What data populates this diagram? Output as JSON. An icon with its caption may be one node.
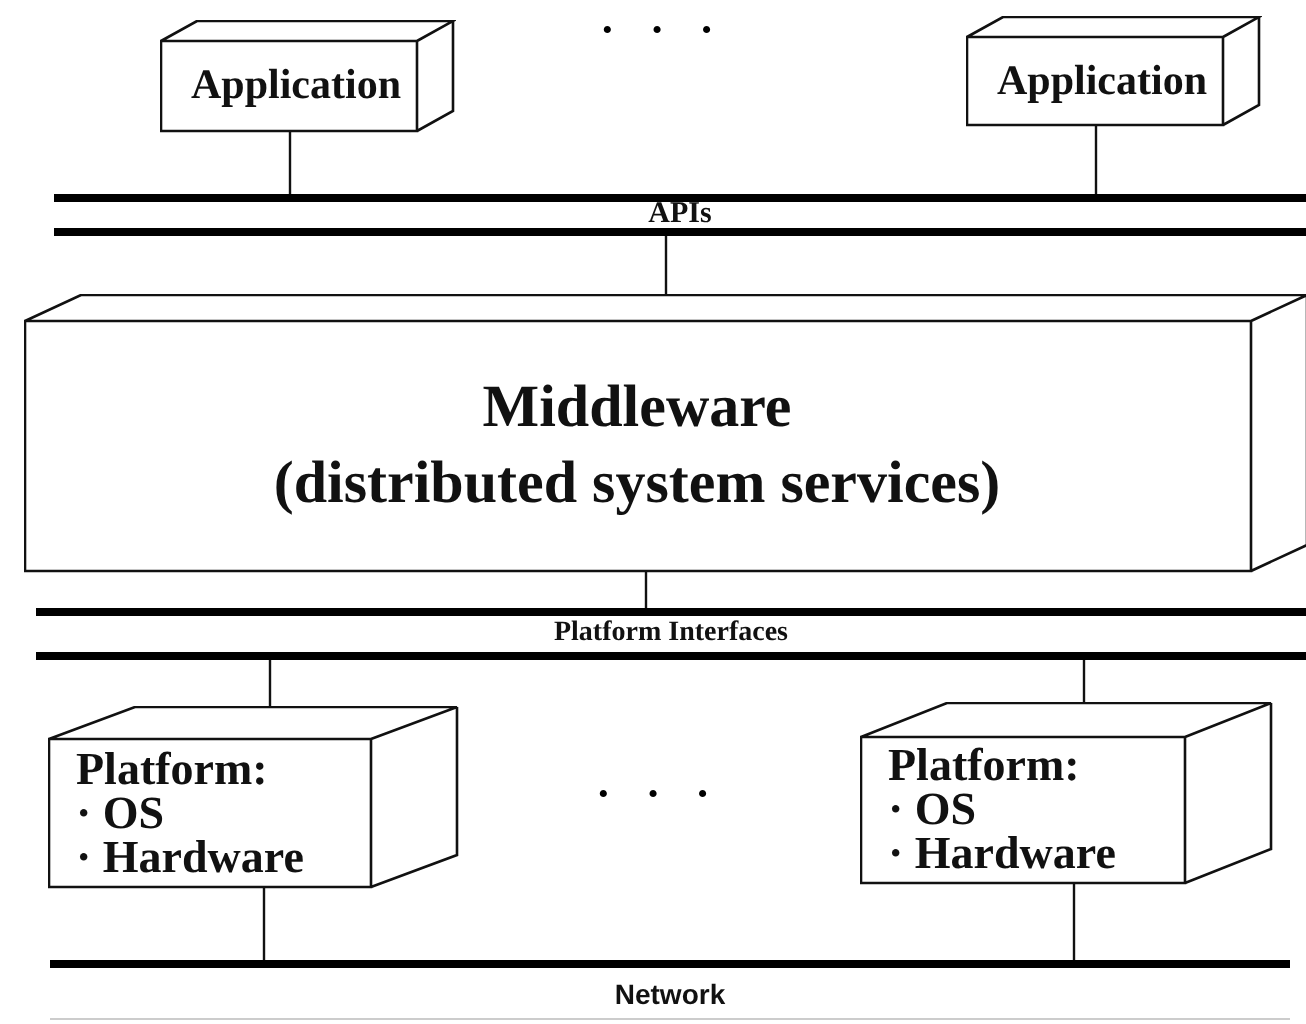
{
  "diagram": {
    "nodes": [
      {
        "text": [
          "Application"
        ]
      },
      {
        "text": [
          "Application"
        ]
      },
      {
        "text": [
          "APIs"
        ]
      },
      {
        "text": [
          "Middleware",
          "(distributed system services)"
        ]
      },
      {
        "text": [
          "Platform Interfaces"
        ]
      },
      {
        "text": [
          "Platform:",
          "· OS",
          "· Hardware"
        ]
      },
      {
        "text": [
          "Platform:",
          "· OS",
          "· Hardware"
        ]
      },
      {
        "text": [
          "Network"
        ]
      }
    ],
    "edges": [
      {
        "from": 0,
        "to": 2,
        "arrow": "none"
      },
      {
        "from": 1,
        "to": 2,
        "arrow": "none"
      },
      {
        "from": 2,
        "to": 3,
        "arrow": "none"
      },
      {
        "from": 3,
        "to": 4,
        "arrow": "none"
      },
      {
        "from": 4,
        "to": 5,
        "arrow": "none"
      },
      {
        "from": 4,
        "to": 6,
        "arrow": "none"
      },
      {
        "from": 5,
        "to": 7,
        "arrow": "none"
      },
      {
        "from": 6,
        "to": 7,
        "arrow": "none"
      }
    ],
    "labels": [
      "· · ·",
      "· · ·"
    ]
  }
}
